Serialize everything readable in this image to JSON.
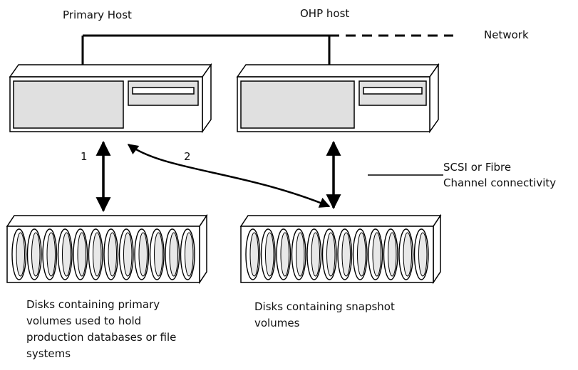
{
  "labels": {
    "primary_host": "Primary Host",
    "ohp_host": "OHP host",
    "network": "Network",
    "arrow_1": "1",
    "arrow_2": "2",
    "connectivity_line1": "SCSI or Fibre",
    "connectivity_line2": "Channel connectivity",
    "primary_disks": [
      "Disks containing primary",
      "volumes used to hold",
      "production databases or file",
      "systems"
    ],
    "snapshot_disks": [
      "Disks containing snapshot",
      "volumes"
    ]
  },
  "colors": {
    "device_fill": "#e0e0e0",
    "line": "#000000"
  }
}
